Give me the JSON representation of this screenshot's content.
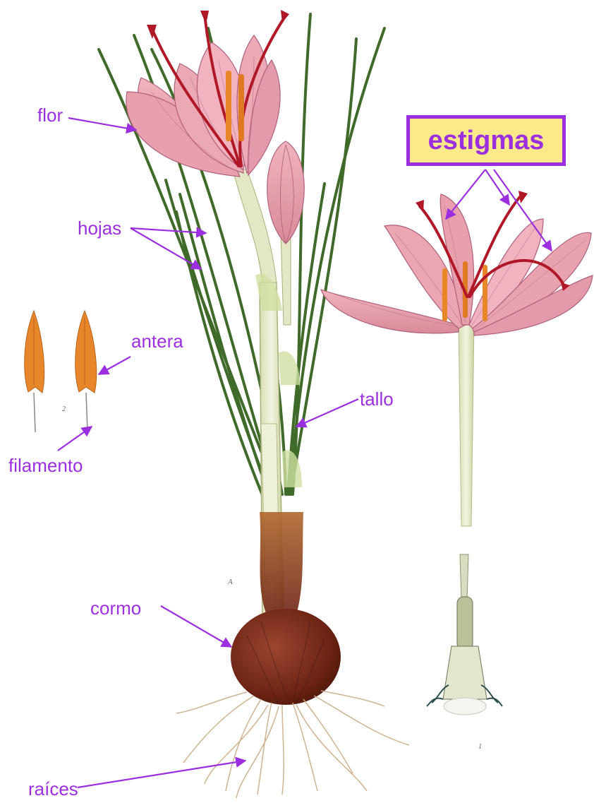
{
  "labels": {
    "flor": "flor",
    "hojas": "hojas",
    "antera": "antera",
    "filamento": "filamento",
    "tallo": "tallo",
    "cormo": "cormo",
    "raices": "raíces",
    "estigmas": "estigmas"
  },
  "small_marks": {
    "fig_2": "2",
    "fig_a": "A",
    "fig_1": "1"
  },
  "colors": {
    "label": "#9b2fe0",
    "box_fill": "#fce98a",
    "petal": "#e8a0ae",
    "petal_vein": "#b06078",
    "stigma": "#b01828",
    "leaf": "#3f6a2a",
    "stem": "#e9eccf",
    "corm": "#7a2a18",
    "anther": "#e8862a",
    "root": "#c9ab86"
  },
  "icons": {
    "arrow": "arrow-icon"
  }
}
